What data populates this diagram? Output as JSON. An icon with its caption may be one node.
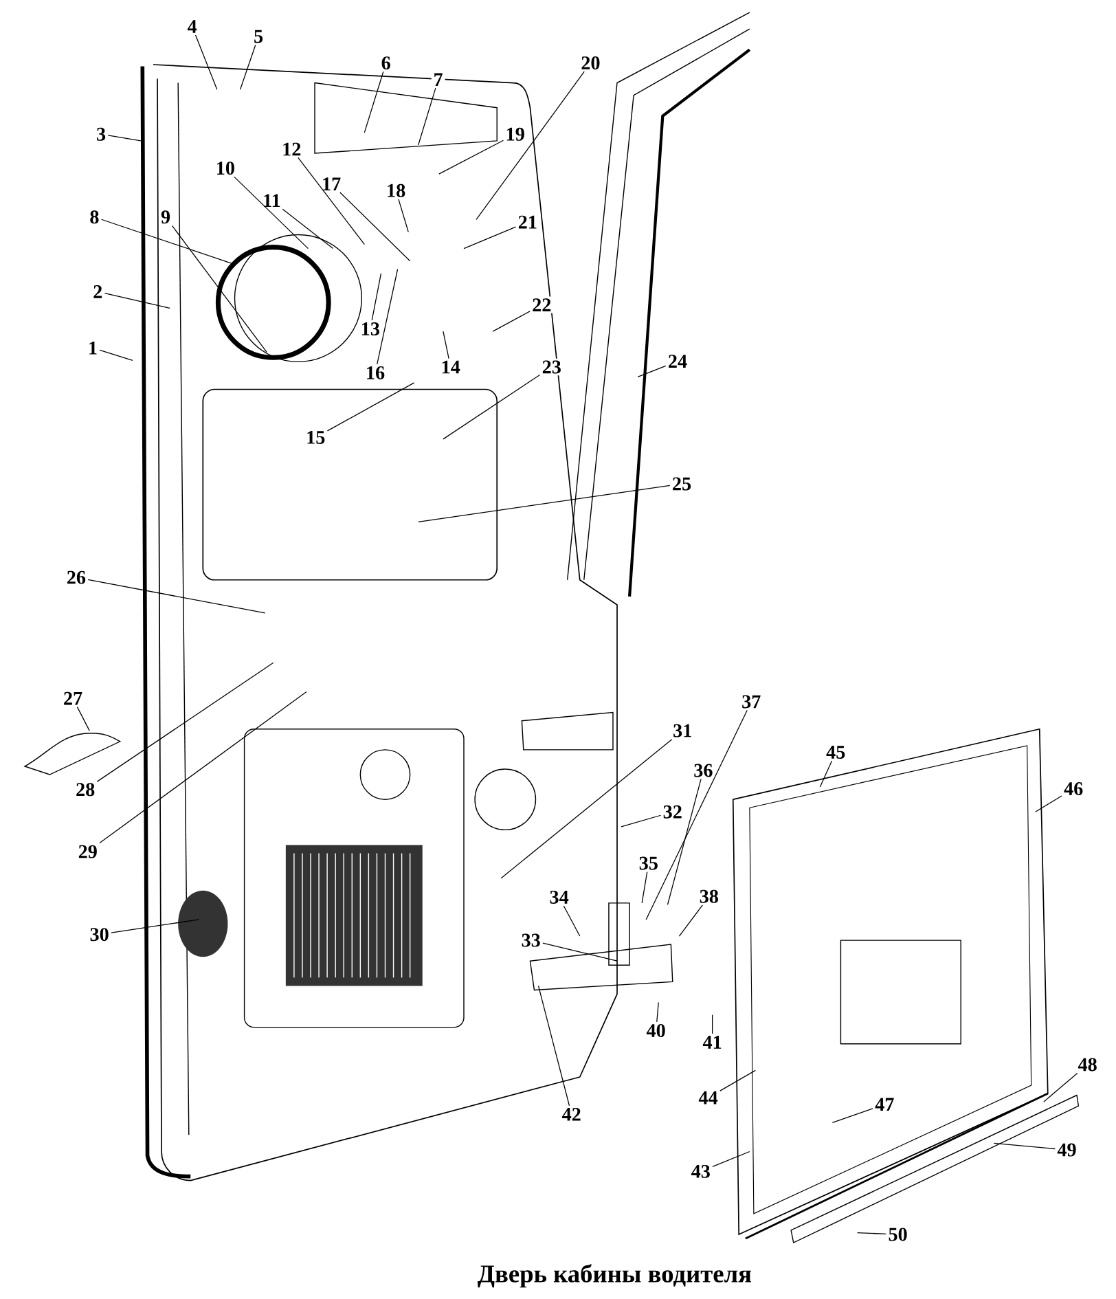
{
  "diagram": {
    "caption": "Дверь кабины водителя",
    "nodes": [
      {
        "text": [
          "1"
        ]
      },
      {
        "text": [
          "2"
        ]
      },
      {
        "text": [
          "3"
        ]
      },
      {
        "text": [
          "4"
        ]
      },
      {
        "text": [
          "5"
        ]
      },
      {
        "text": [
          "6"
        ]
      },
      {
        "text": [
          "7"
        ]
      },
      {
        "text": [
          "8"
        ]
      },
      {
        "text": [
          "9"
        ]
      },
      {
        "text": [
          "10"
        ]
      },
      {
        "text": [
          "11"
        ]
      },
      {
        "text": [
          "12"
        ]
      },
      {
        "text": [
          "13"
        ]
      },
      {
        "text": [
          "14"
        ]
      },
      {
        "text": [
          "15"
        ]
      },
      {
        "text": [
          "16"
        ]
      },
      {
        "text": [
          "17"
        ]
      },
      {
        "text": [
          "18"
        ]
      },
      {
        "text": [
          "19"
        ]
      },
      {
        "text": [
          "20"
        ]
      },
      {
        "text": [
          "21"
        ]
      },
      {
        "text": [
          "22"
        ]
      },
      {
        "text": [
          "23"
        ]
      },
      {
        "text": [
          "24"
        ]
      },
      {
        "text": [
          "25"
        ]
      },
      {
        "text": [
          "26"
        ]
      },
      {
        "text": [
          "27"
        ]
      },
      {
        "text": [
          "28"
        ]
      },
      {
        "text": [
          "29"
        ]
      },
      {
        "text": [
          "30"
        ]
      },
      {
        "text": [
          "31"
        ]
      },
      {
        "text": [
          "32"
        ]
      },
      {
        "text": [
          "33"
        ]
      },
      {
        "text": [
          "34"
        ]
      },
      {
        "text": [
          "35"
        ]
      },
      {
        "text": [
          "36"
        ]
      },
      {
        "text": [
          "37"
        ]
      },
      {
        "text": [
          "38"
        ]
      },
      {
        "text": [
          "40"
        ]
      },
      {
        "text": [
          "41"
        ]
      },
      {
        "text": [
          "42"
        ]
      },
      {
        "text": [
          "43"
        ]
      },
      {
        "text": [
          "44"
        ]
      },
      {
        "text": [
          "45"
        ]
      },
      {
        "text": [
          "46"
        ]
      },
      {
        "text": [
          "47"
        ]
      },
      {
        "text": [
          "48"
        ]
      },
      {
        "text": [
          "49"
        ]
      },
      {
        "text": [
          "50"
        ]
      }
    ],
    "edges": [
      {
        "from": 0,
        "to": null,
        "arrow": "none"
      },
      {
        "from": 1,
        "to": null,
        "arrow": "none"
      },
      {
        "from": 2,
        "to": null,
        "arrow": "none"
      },
      {
        "from": 3,
        "to": null,
        "arrow": "none"
      },
      {
        "from": 4,
        "to": null,
        "arrow": "none"
      },
      {
        "from": 5,
        "to": null,
        "arrow": "none"
      },
      {
        "from": 6,
        "to": null,
        "arrow": "none"
      },
      {
        "from": 7,
        "to": null,
        "arrow": "none"
      },
      {
        "from": 8,
        "to": null,
        "arrow": "none"
      },
      {
        "from": 9,
        "to": null,
        "arrow": "none"
      },
      {
        "from": 10,
        "to": null,
        "arrow": "none"
      },
      {
        "from": 11,
        "to": null,
        "arrow": "none"
      },
      {
        "from": 12,
        "to": null,
        "arrow": "none"
      },
      {
        "from": 13,
        "to": null,
        "arrow": "none"
      },
      {
        "from": 14,
        "to": null,
        "arrow": "none"
      },
      {
        "from": 15,
        "to": null,
        "arrow": "none"
      },
      {
        "from": 16,
        "to": null,
        "arrow": "none"
      },
      {
        "from": 17,
        "to": null,
        "arrow": "none"
      },
      {
        "from": 18,
        "to": null,
        "arrow": "none"
      },
      {
        "from": 19,
        "to": null,
        "arrow": "none"
      },
      {
        "from": 20,
        "to": null,
        "arrow": "none"
      },
      {
        "from": 21,
        "to": null,
        "arrow": "none"
      },
      {
        "from": 22,
        "to": null,
        "arrow": "none"
      },
      {
        "from": 23,
        "to": null,
        "arrow": "none"
      },
      {
        "from": 24,
        "to": null,
        "arrow": "none"
      },
      {
        "from": 25,
        "to": null,
        "arrow": "none"
      },
      {
        "from": 26,
        "to": null,
        "arrow": "none"
      },
      {
        "from": 27,
        "to": null,
        "arrow": "none"
      },
      {
        "from": 28,
        "to": null,
        "arrow": "none"
      },
      {
        "from": 29,
        "to": null,
        "arrow": "none"
      },
      {
        "from": 30,
        "to": null,
        "arrow": "none"
      },
      {
        "from": 31,
        "to": null,
        "arrow": "none"
      },
      {
        "from": 32,
        "to": null,
        "arrow": "none"
      },
      {
        "from": 33,
        "to": null,
        "arrow": "none"
      },
      {
        "from": 34,
        "to": null,
        "arrow": "none"
      },
      {
        "from": 35,
        "to": null,
        "arrow": "none"
      },
      {
        "from": 36,
        "to": null,
        "arrow": "none"
      },
      {
        "from": 37,
        "to": null,
        "arrow": "none"
      },
      {
        "from": 38,
        "to": null,
        "arrow": "none"
      },
      {
        "from": 39,
        "to": null,
        "arrow": "none"
      },
      {
        "from": 40,
        "to": null,
        "arrow": "none"
      },
      {
        "from": 41,
        "to": null,
        "arrow": "none"
      },
      {
        "from": 42,
        "to": null,
        "arrow": "none"
      },
      {
        "from": 43,
        "to": null,
        "arrow": "none"
      },
      {
        "from": 44,
        "to": null,
        "arrow": "none"
      },
      {
        "from": 45,
        "to": null,
        "arrow": "none"
      },
      {
        "from": 46,
        "to": null,
        "arrow": "none"
      },
      {
        "from": 47,
        "to": null,
        "arrow": "none"
      },
      {
        "from": 48,
        "to": null,
        "arrow": "none"
      }
    ]
  }
}
